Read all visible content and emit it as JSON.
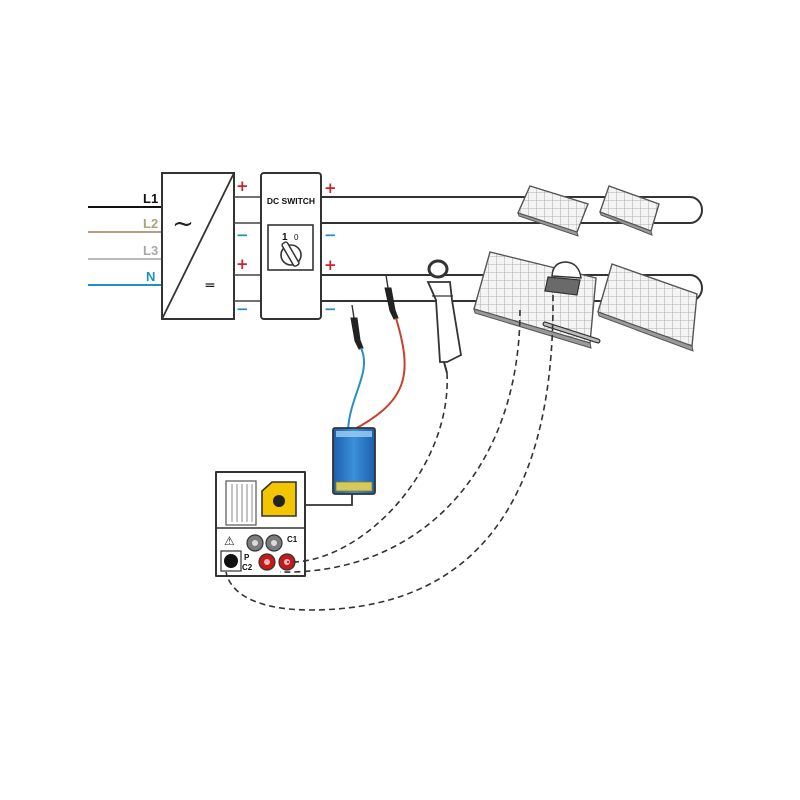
{
  "phases": [
    {
      "label": "L1",
      "color": "#111111"
    },
    {
      "label": "L2",
      "color": "#b19f7e"
    },
    {
      "label": "L3",
      "color": "#a7a7a7"
    },
    {
      "label": "N",
      "color": "#1f8fc4"
    }
  ],
  "inverter": {
    "ac_symbol": "~",
    "dc_symbol": "═"
  },
  "dc_switch": {
    "title": "DC SWITCH",
    "pos_on": "1",
    "pos_off": "0"
  },
  "polarity": {
    "plus": "+",
    "minus": "−",
    "plus_color": "#d0202a",
    "minus_color": "#1f8fc4"
  },
  "instrument": {
    "warning": "⚠",
    "port_c1": "C1",
    "port_p": "P",
    "port_c2": "C2"
  },
  "colors": {
    "probe_blue": "#2a8fc2",
    "probe_red": "#c7402d",
    "battery": "#1e6fbd",
    "knob": "#f2c500",
    "terminal_red": "#c41a1a"
  }
}
